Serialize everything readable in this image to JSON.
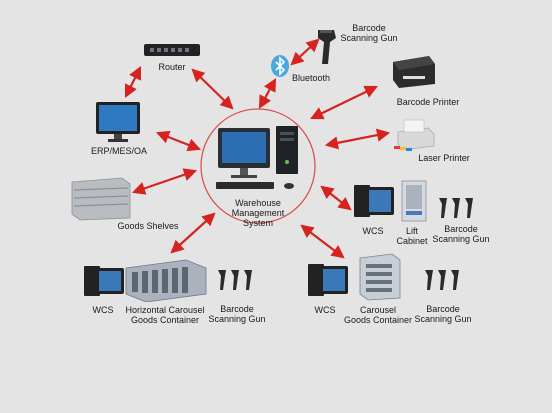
{
  "diagram": {
    "center_label": "Warehouse\nManagement\nSystem",
    "nodes": {
      "router": "Router",
      "bluetooth": "Bluetooth",
      "barcode_gun_top": "Barcode\nScanning Gun",
      "barcode_printer": "Barcode Printer",
      "laser_printer": "Laser Printer",
      "erp": "ERP/MES/OA",
      "goods_shelves": "Goods Shelves",
      "wcs_right": "WCS",
      "lift_cabinet": "Lift\nCabinet",
      "barcode_gun_right": "Barcode\nScanning Gun",
      "wcs_bottom_left": "WCS",
      "horizontal_carousel": "Horizontal Carousel\nGoods Container",
      "barcode_gun_bottom_left": "Barcode\nScanning Gun",
      "wcs_bottom_right": "WCS",
      "carousel_container": "Carousel\nGoods Container",
      "barcode_gun_bottom_right": "Barcode\nScanning Gun"
    },
    "colors": {
      "background": "#e4e4e4",
      "arrow": "#d7231f",
      "circle": "#d94a4a"
    }
  }
}
